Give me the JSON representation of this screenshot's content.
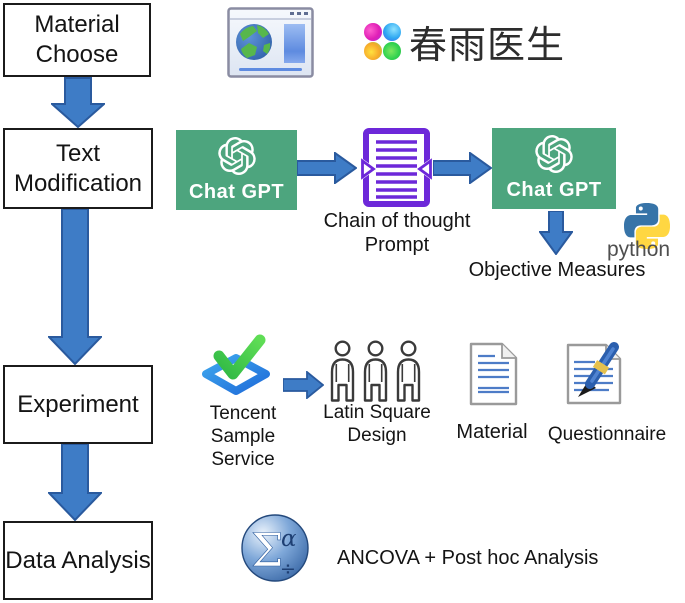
{
  "flow": {
    "steps": [
      {
        "label": "Material Choose"
      },
      {
        "label": "Text Modification"
      },
      {
        "label": "Experiment"
      },
      {
        "label": "Data Analysis"
      }
    ]
  },
  "sources": {
    "chunyu_logo_text": "春雨医生"
  },
  "modification_row": {
    "chatgpt_first_label": "Chat GPT",
    "chatgpt_second_label": "Chat GPT",
    "cot_line1": "Chain of thought",
    "cot_line2": "Prompt",
    "objective_measures_label": "Objective Measures",
    "python_wordmark": "python"
  },
  "experiment_row": {
    "tencent_line1": "Tencent",
    "tencent_line2": "Sample Service",
    "latin_line1": "Latin Square",
    "latin_line2": "Design",
    "material_label": "Material",
    "questionnaire_label": "Questionnaire"
  },
  "analysis_row": {
    "ancova_label": "ANCOVA + Post hoc Analysis"
  },
  "colors": {
    "arrow_blue": "#3E7CC6",
    "arrow_blue_border": "#2A5A9E",
    "chatgpt_green": "#4DA57E",
    "cot_purple": "#6D28D9",
    "tencent_blue": "#2E8BE8",
    "check_green": "#3DBE4A",
    "python_blue": "#3774A8",
    "python_yellow": "#FFD742",
    "spss_blue": "#2F5E9E"
  }
}
